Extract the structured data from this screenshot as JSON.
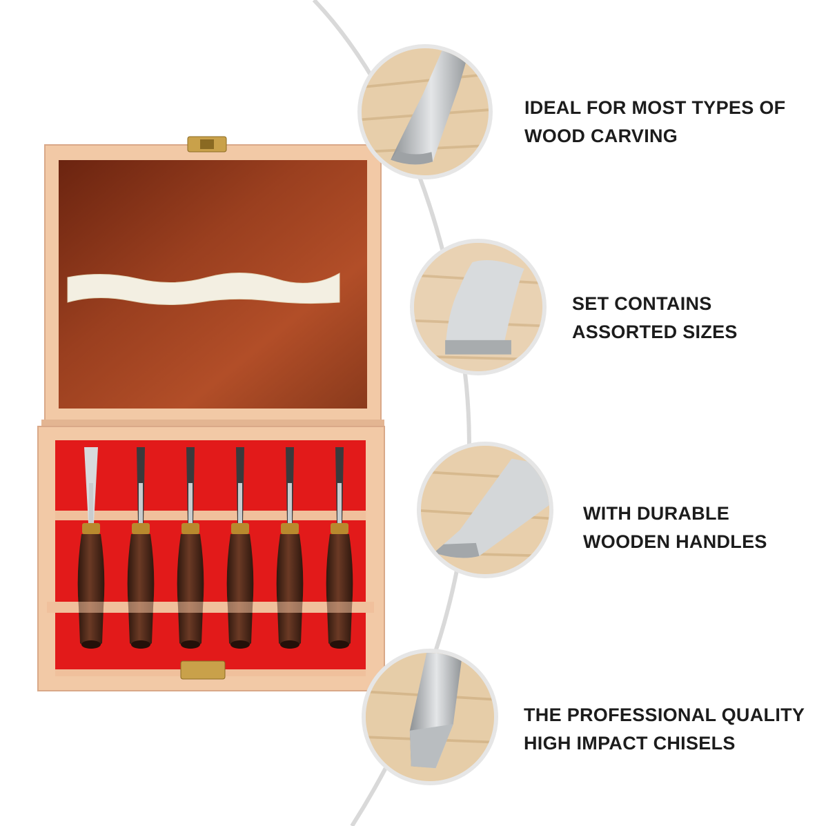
{
  "features": [
    {
      "id": "wood-carving",
      "lines": [
        "IDEAL FOR MOST TYPES OF",
        "WOOD CARVING"
      ],
      "icon": "flat-chisel-tip"
    },
    {
      "id": "assorted-sizes",
      "lines": [
        "SET CONTAINS",
        "ASSORTED SIZES"
      ],
      "icon": "gouge-tip"
    },
    {
      "id": "wooden-handles",
      "lines": [
        "WITH DURABLE",
        "WOODEN HANDLES"
      ],
      "icon": "skew-chisel-tip"
    },
    {
      "id": "professional-quality",
      "lines": [
        "THE PROFESSIONAL QUALITY",
        "HIGH IMPACT CHISELS"
      ],
      "icon": "square-chisel-tip"
    }
  ],
  "product": {
    "item": "wooden-case-chisel-set",
    "chisel_count": 6
  },
  "colors": {
    "box_wood": "#f2c9a6",
    "lid_interior": "#8a3a1c",
    "lining_red": "#e21a1a",
    "handle": "#4a2a1c",
    "ferrule": "#b8892e",
    "steel": "#c9ccce",
    "arc": "#d9d9d9"
  }
}
